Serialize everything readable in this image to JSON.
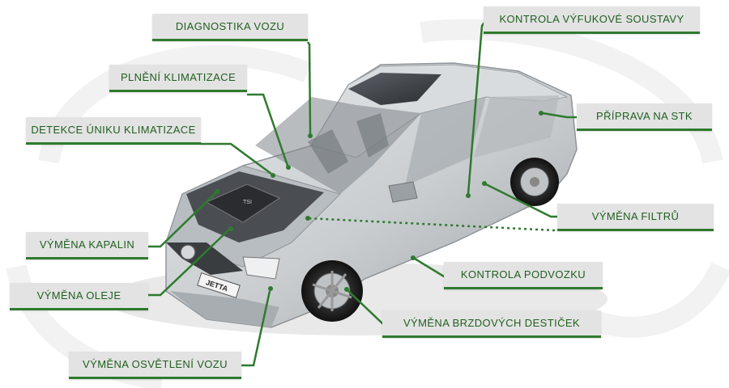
{
  "labels": {
    "diagnostika": "DIAGNOSTIKA VOZU",
    "plneni": "PLNĚNÍ KLIMATIZACE",
    "detekce": "DETEKCE ÚNIKU KLIMATIZACE",
    "kapalin": "VÝMĚNA KAPALIN",
    "oleje": "VÝMĚNA OLEJE",
    "osvetleni": "VÝMĚNA OSVĚTLENÍ VOZU",
    "vyfuk": "KONTROLA VÝFUKOVÉ SOUSTAVY",
    "stk": "PŘÍPRAVA NA STK",
    "filtru": "VÝMĚNA FILTRŮ",
    "podvozek": "KONTROLA PODVOZKU",
    "brzdy": "VÝMĚNA BRZDOVÝCH DESTIČEK"
  },
  "car": {
    "plate_text": "JETTA",
    "engine_cover_text": "TSI"
  },
  "colors": {
    "accent_green": "#2f7a2f",
    "label_bg": "#e3e3e3",
    "label_text": "#1f5f1f",
    "car_body": "#cfd2d4"
  }
}
